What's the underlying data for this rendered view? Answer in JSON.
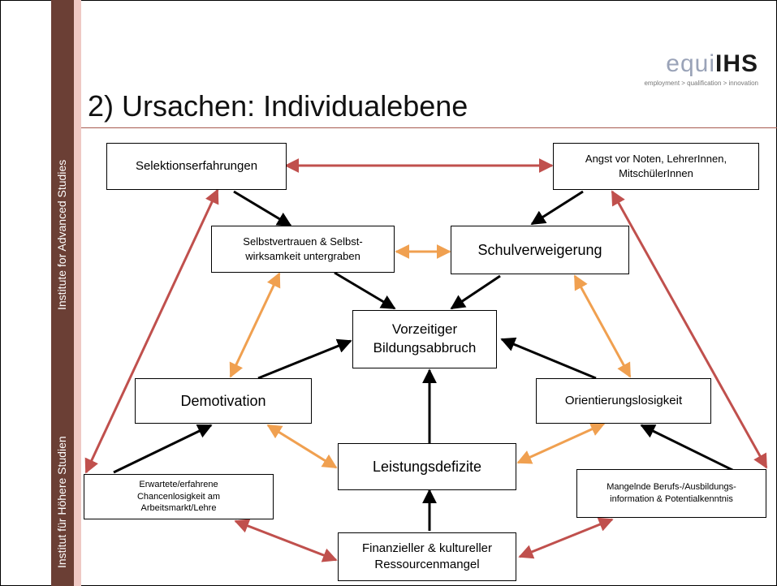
{
  "sidebar": {
    "top_text": "Institute for Advanced Studies",
    "bottom_text": "Institut für Höhere Studien"
  },
  "logo": {
    "prefix": "equi",
    "brand": "IHS",
    "tagline": "employment > qualification > innovation"
  },
  "title": "2) Ursachen: Individualebene",
  "colors": {
    "sidebar": "#6b3f35",
    "black_arrow": "#000000",
    "orange_arrow": "#f0a050",
    "red_arrow": "#c0504d"
  },
  "nodes": {
    "selektion": "Selektionserfahrungen",
    "angst": "Angst vor Noten, LehrerInnen,\nMitschülerInnen",
    "selbstvertrauen": "Selbstvertrauen & Selbst-\nwirksamkeit untergraben",
    "schulverweigerung": "Schulverweigerung",
    "vorzeitiger": "Vorzeitiger\nBildungsabbruch",
    "demotivation": "Demotivation",
    "orientierung": "Orientierungslosigkeit",
    "leistung": "Leistungsdefizite",
    "chancen": "Erwartete/erfahrene\nChancenlosigkeit am\nArbeitsmarkt/Lehre",
    "mangelnde": "Mangelnde Berufs-/Ausbildungs-\ninformation & Potentialkenntnis",
    "finanziell": "Finanzieller & kultureller\nRessourcenmangel"
  }
}
